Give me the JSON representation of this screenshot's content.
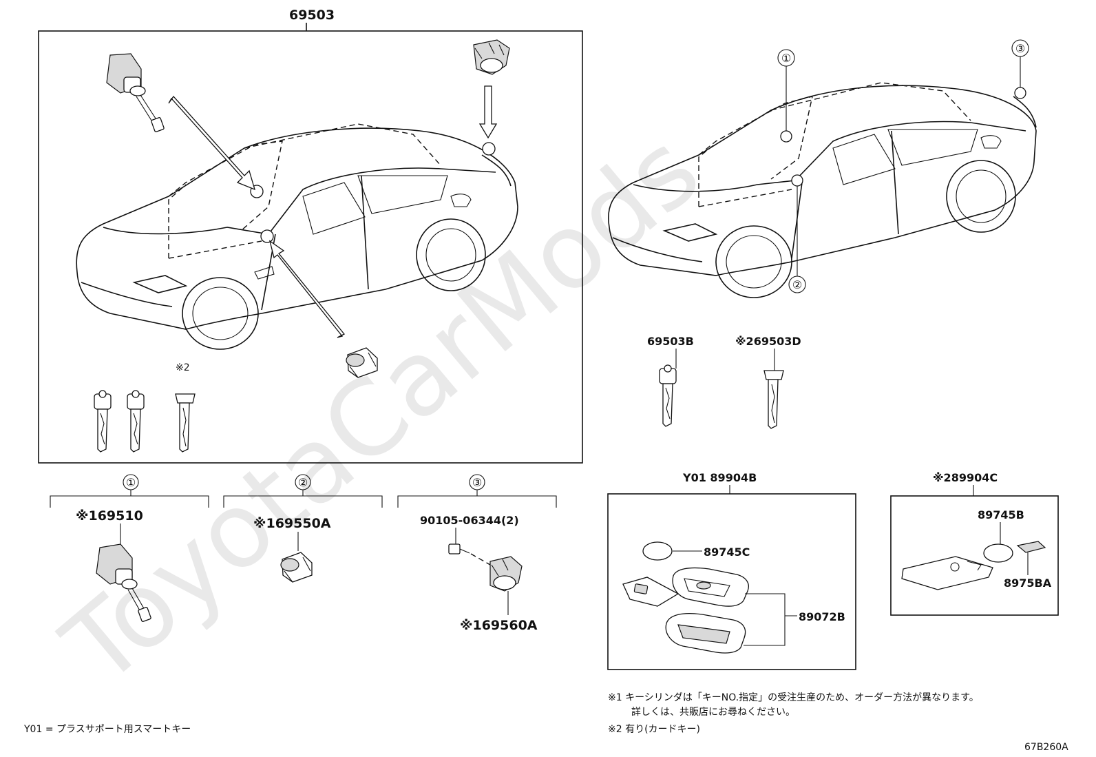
{
  "watermark": "ToyotaCarMods",
  "main_group": {
    "part_number": "69503"
  },
  "callouts": {
    "c1": "①",
    "c2": "②",
    "c3": "③"
  },
  "keys_left": {
    "mark": "※2"
  },
  "group1": {
    "part": "※169510"
  },
  "group2": {
    "part": "※169550A"
  },
  "group3": {
    "bolt": "90105-06344(2)",
    "part": "※169560A"
  },
  "keys_right": {
    "key_b": "69503B",
    "key_d": "※269503D"
  },
  "smart_key": {
    "title": "Y01 89904B",
    "battery": "89745C",
    "case": "89072B"
  },
  "card_key": {
    "title": "※289904C",
    "battery": "89745B",
    "cover": "8975BA"
  },
  "notes": {
    "n1_line1": "※1  キーシリンダは「キーNO.指定」の受注生産のため、オーダー方法が異なります。",
    "n1_line2": "詳しくは、共販店にお尋ねください。",
    "n2": "※2  有り(カードキー)",
    "y01": "Y01 = プラスサポート用スマートキー",
    "code": "67B260A"
  }
}
